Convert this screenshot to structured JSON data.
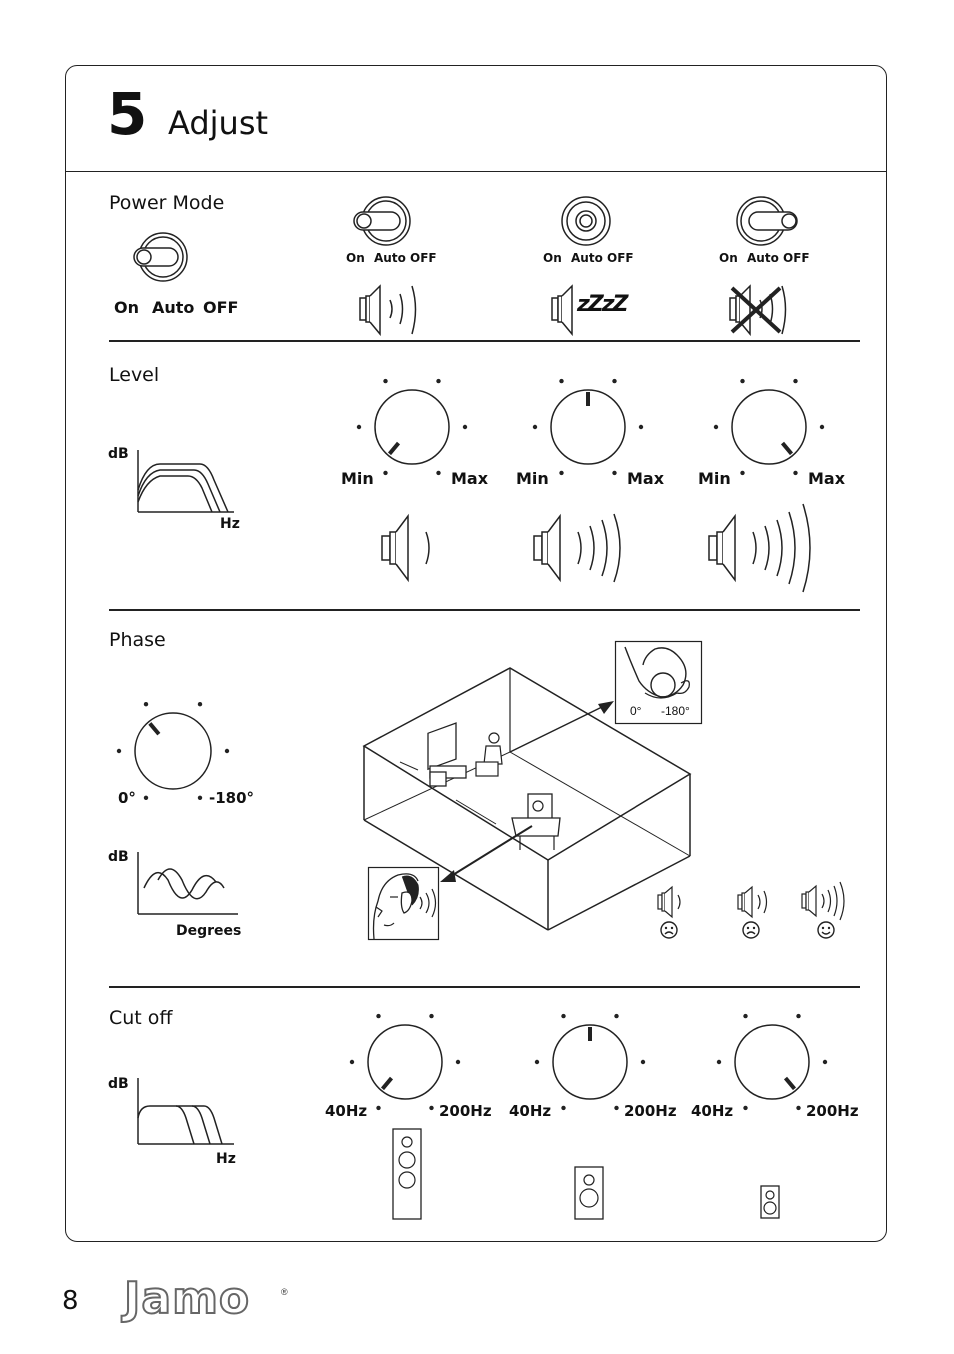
{
  "header": {
    "step_number": "5",
    "step_title": "Adjust"
  },
  "power_mode": {
    "label": "Power Mode",
    "switch_labels": [
      "On",
      "Auto",
      "OFF"
    ],
    "states": [
      {
        "position": "On",
        "speaker": "sound-waves"
      },
      {
        "position": "Auto",
        "speaker": "sleep-zzz"
      },
      {
        "position": "OFF",
        "speaker": "muted-cross"
      }
    ],
    "zzz_glyph": "zZzZ"
  },
  "level": {
    "label": "Level",
    "graph": {
      "y_label": "dB",
      "x_label": "Hz"
    },
    "knob_min": "Min",
    "knob_max": "Max",
    "knob_settings": [
      "min",
      "mid",
      "max"
    ]
  },
  "phase": {
    "label": "Phase",
    "knob_left": "0°",
    "knob_right": "-180°",
    "graph": {
      "y_label": "dB",
      "x_label": "Degrees"
    },
    "inset_left": "0°",
    "inset_right": "-180°",
    "faces": [
      "sad",
      "sad",
      "happy"
    ]
  },
  "cutoff": {
    "label": "Cut off",
    "graph": {
      "y_label": "dB",
      "x_label": "Hz"
    },
    "knob_min": "40Hz",
    "knob_max": "200Hz",
    "knob_settings": [
      "min",
      "mid",
      "max"
    ],
    "speaker_sizes": [
      "large",
      "medium",
      "small"
    ]
  },
  "footer": {
    "page_number": "8",
    "brand": "Jamo",
    "registered": "®"
  }
}
